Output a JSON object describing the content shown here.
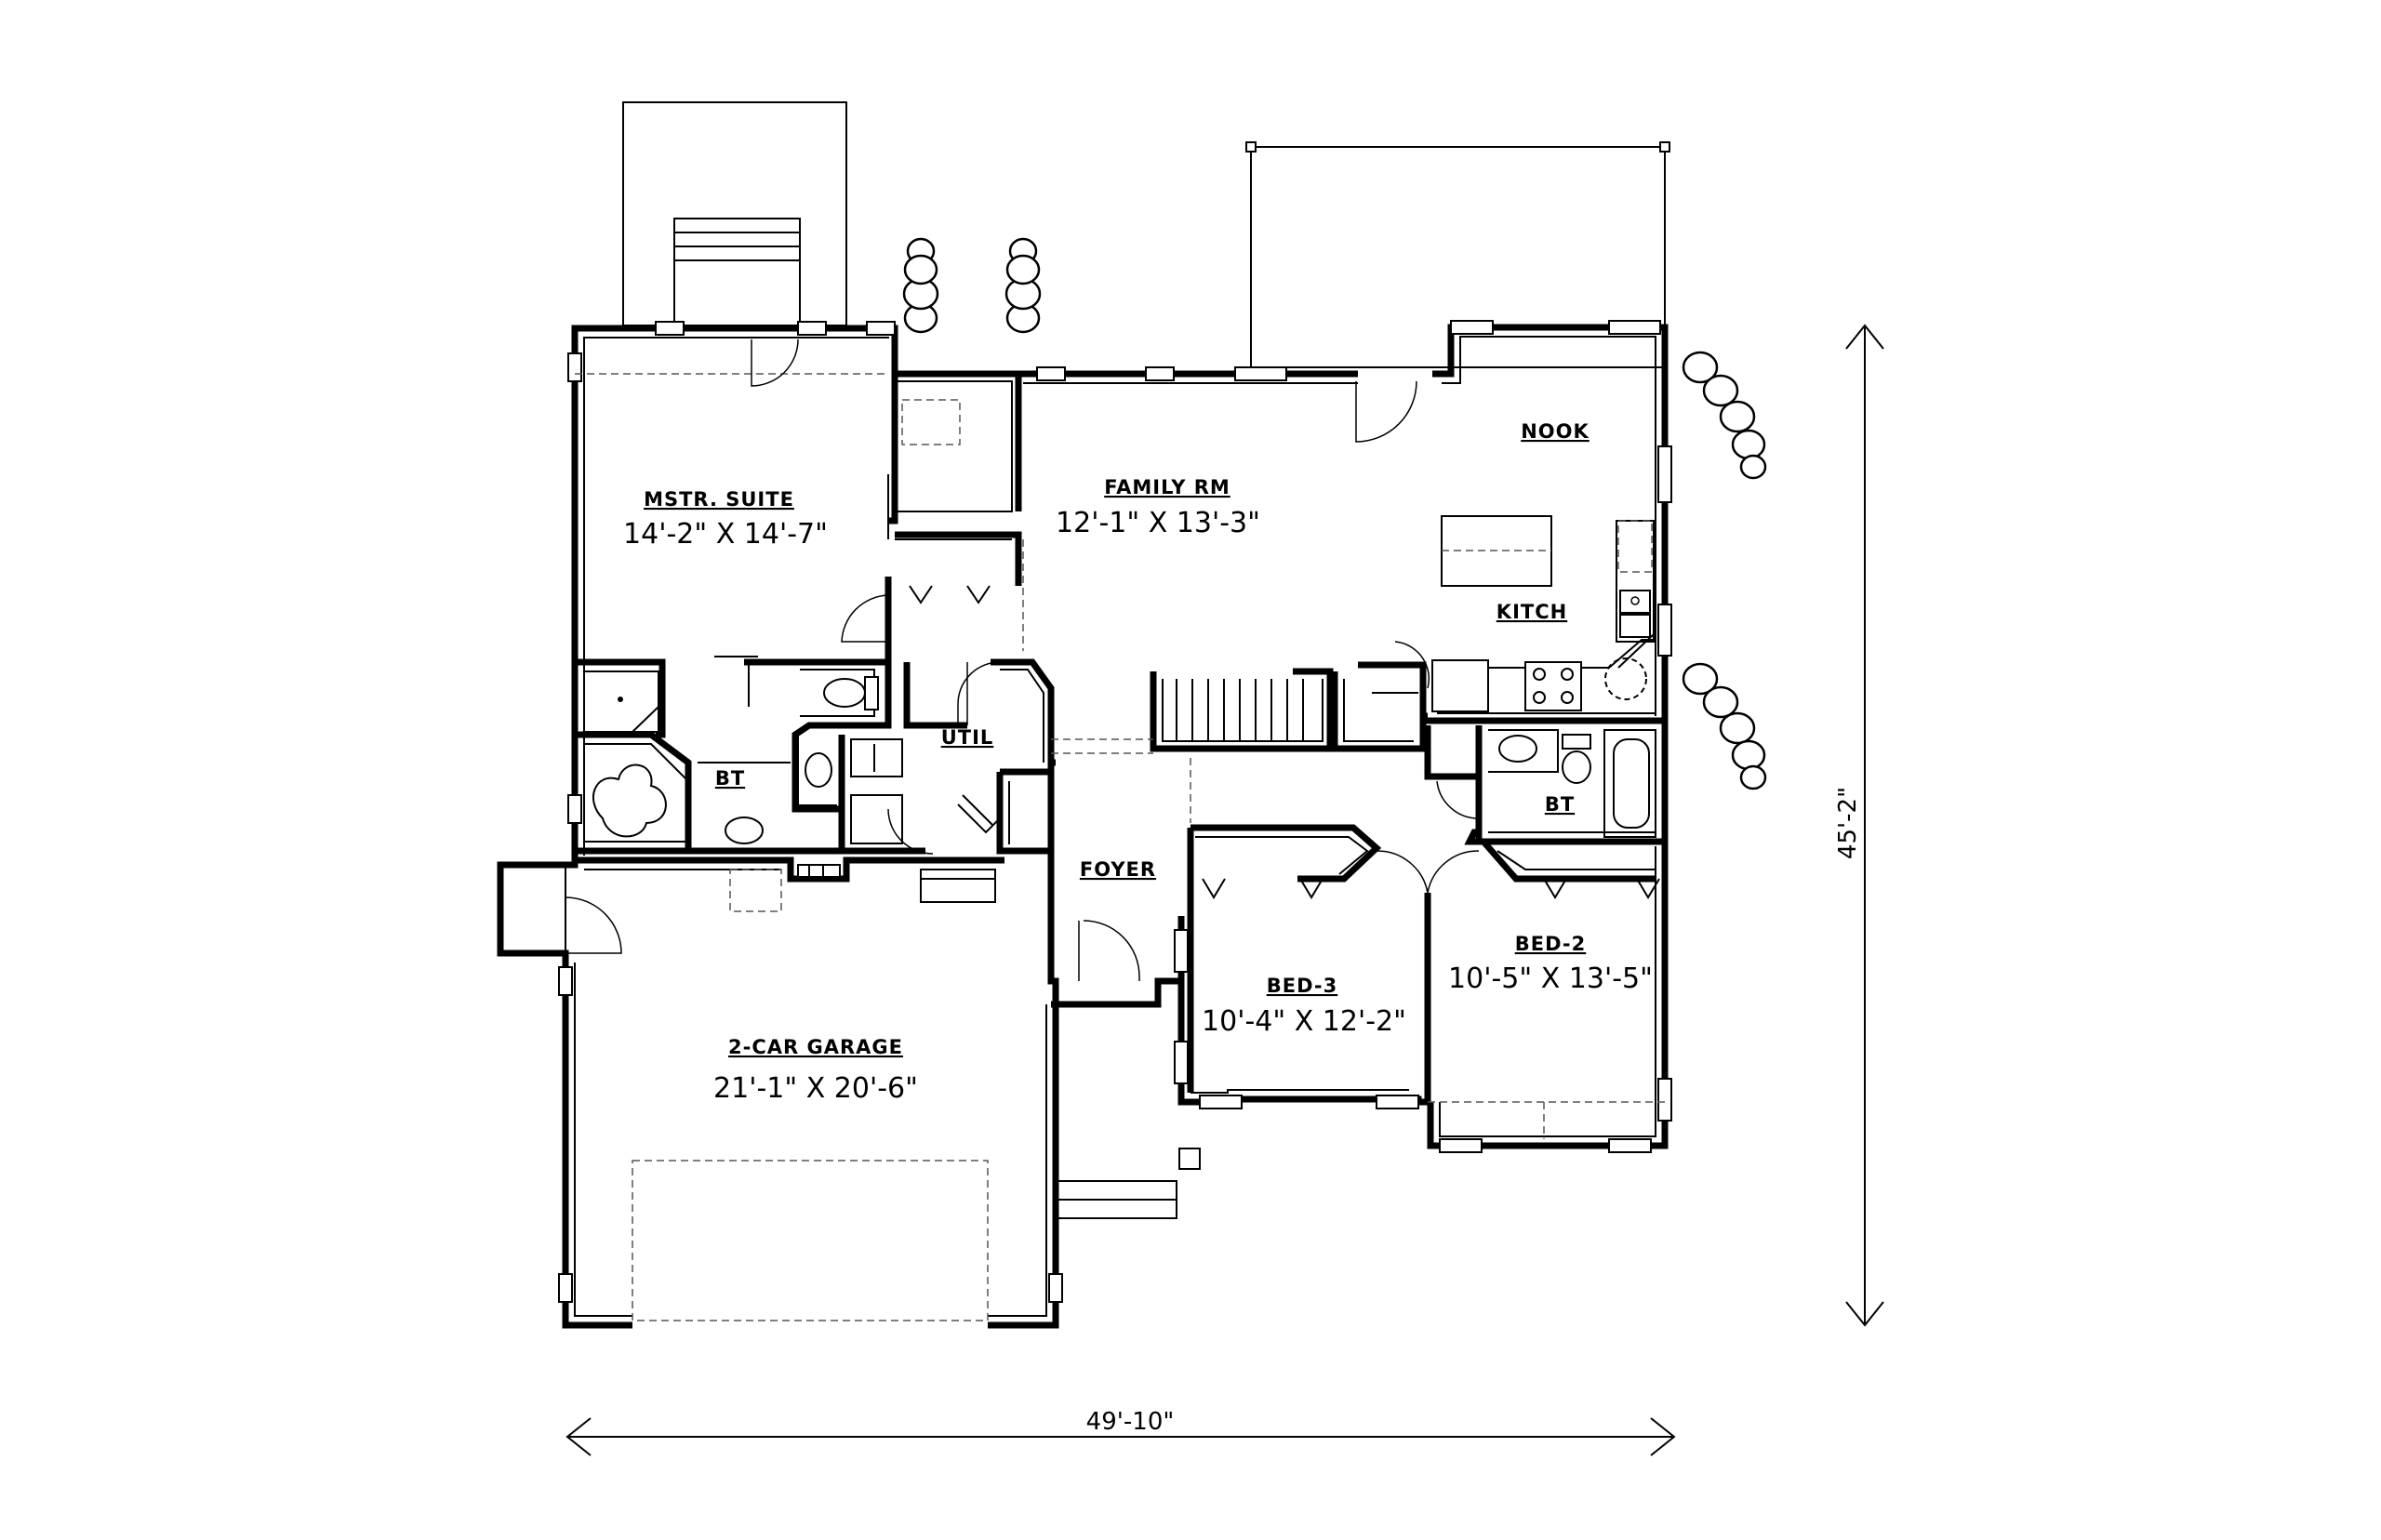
{
  "rooms": {
    "master": {
      "name": "MSTR. SUITE",
      "dims": "14'-2\" X 14'-7\""
    },
    "family": {
      "name": "FAMILY RM",
      "dims": "12'-1\" X 13'-3\""
    },
    "nook": {
      "name": "NOOK"
    },
    "kitchen": {
      "name": "KITCH"
    },
    "bath_master": {
      "name": "BT"
    },
    "util": {
      "name": "UTIL"
    },
    "bath_hall": {
      "name": "BT"
    },
    "foyer": {
      "name": "FOYER"
    },
    "bed3": {
      "name": "BED-3",
      "dims": "10'-4\" X 12'-2\""
    },
    "bed2": {
      "name": "BED-2",
      "dims": "10'-5\" X 13'-5\""
    },
    "garage": {
      "name": "2-CAR GARAGE",
      "dims": "21'-1\" X 20'-6\""
    }
  },
  "overall": {
    "width": "49'-10\"",
    "depth": "45'-2\""
  }
}
